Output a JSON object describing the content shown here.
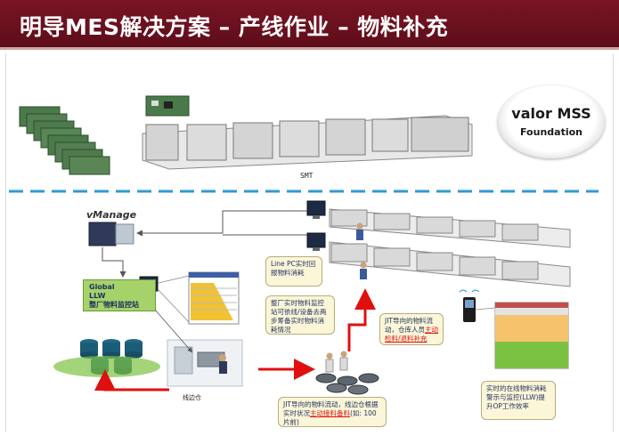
{
  "title": "明导MES解决方案 – 产线作业 – 物料补充",
  "brand": {
    "name": "valor MSS",
    "subtitle": "Foundation"
  },
  "smt_label": "SMT",
  "vmanage_label": "vManage",
  "global_llw": {
    "line1": "Global",
    "line2": "LLW",
    "line3": "整厂物料监控站"
  },
  "callouts": {
    "line_pc": "Line PC实时回报物料消耗",
    "factory_monitor": "整厂实时物料监控站可依线/设备去两步筹备实时物料消耗情况",
    "jit_prefix": "JIT导向的物料流动，仓库人员",
    "jit_highlight": "主动检料/退料补充",
    "edge_prefix": "JIT导向的物料流动，线边仓根据实时状况",
    "edge_highlight": "主动接料备料",
    "edge_suffix": "(如: 100片前)",
    "handheld": "实时的在线物料消耗警示与监控(LLW)提升OP工作效率"
  },
  "edge_warehouse_label": "线边仓",
  "colors": {
    "title_bg": "#6b1020",
    "dash": "#2f9ad1",
    "arrow_red": "#e01010",
    "green": "#a7d26a",
    "callout_bg": "#fbf6d8"
  },
  "icons": [
    "pcb-stack-icon",
    "smt-line-icon",
    "server-icon",
    "monitor-icon",
    "database-icon",
    "warehouse-icon",
    "operator-icon",
    "reel-icon",
    "handheld-scanner-icon"
  ]
}
